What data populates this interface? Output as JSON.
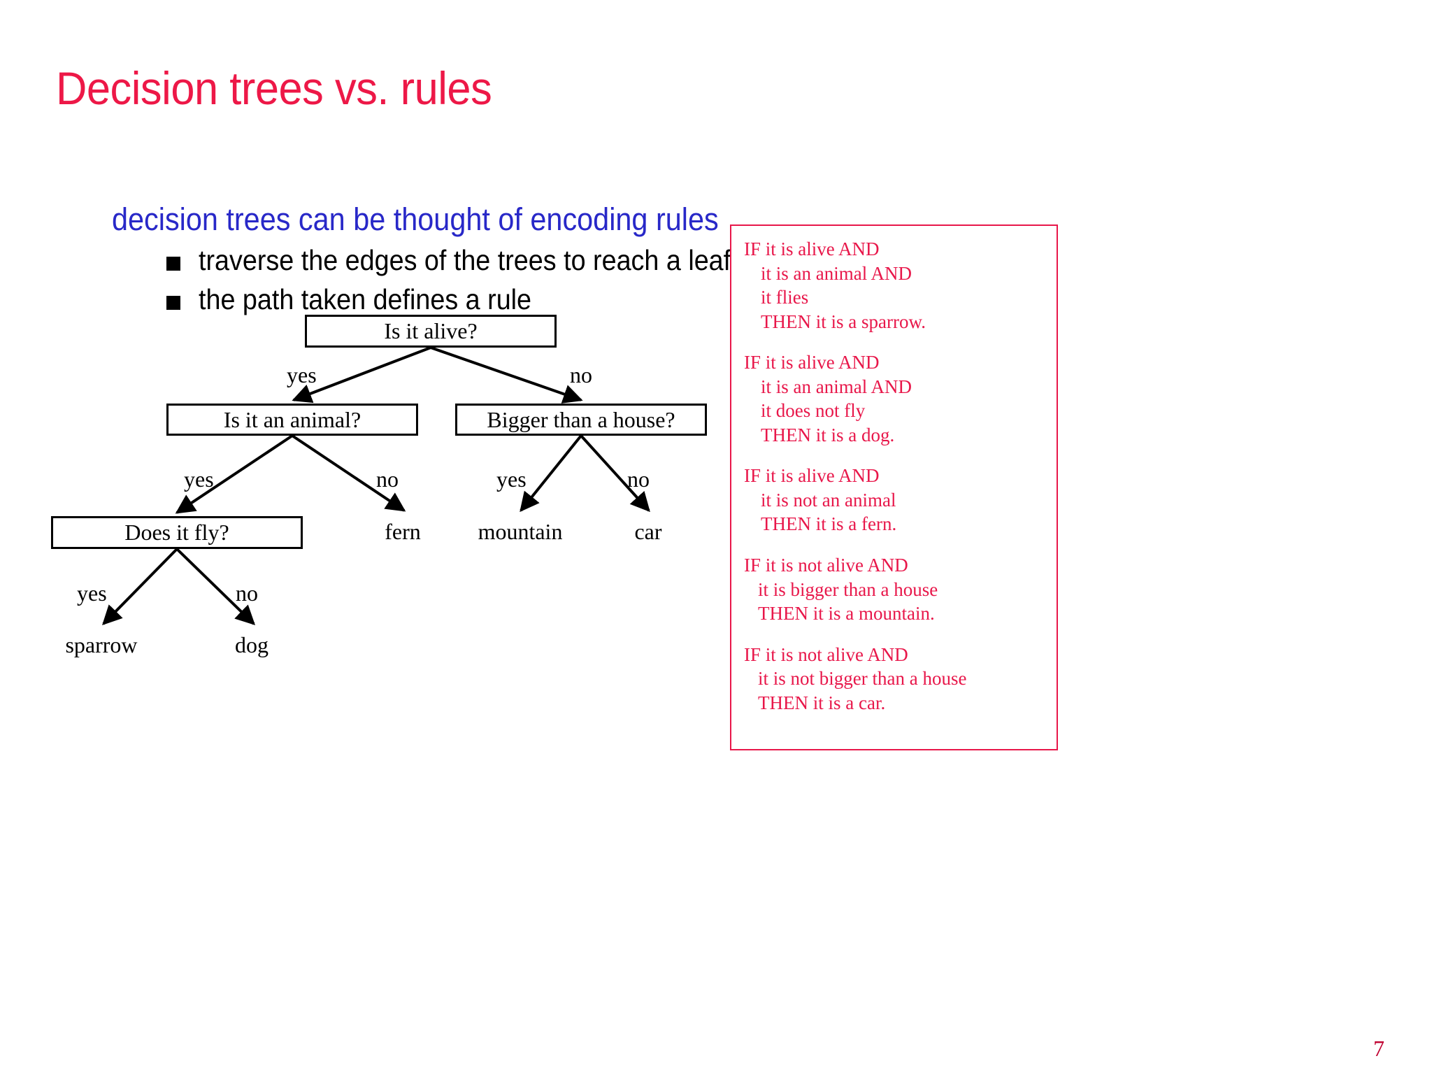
{
  "slide": {
    "title": "Decision trees vs. rules",
    "page_number": "7",
    "colors": {
      "title_red": "#ed1847",
      "bullet_blue": "#2828c8",
      "rule_crimson": "#e8174a",
      "text_black": "#000000"
    }
  },
  "body": {
    "lead": "decision trees can be thought of encoding rules",
    "sub_bullets": [
      "traverse the edges of the trees to reach a leaf",
      "the path taken defines a rule"
    ],
    "bullet_glyph": "square-bullet"
  },
  "tree": {
    "nodes": [
      {
        "id": "root",
        "label": "Is it alive?"
      },
      {
        "id": "animal",
        "label": "Is it an animal?"
      },
      {
        "id": "bigger",
        "label": "Bigger than a house?"
      },
      {
        "id": "fly",
        "label": "Does it fly?"
      }
    ],
    "leaves": [
      {
        "id": "fern",
        "label": "fern"
      },
      {
        "id": "mountain",
        "label": "mountain"
      },
      {
        "id": "car",
        "label": "car"
      },
      {
        "id": "sparrow",
        "label": "sparrow"
      },
      {
        "id": "dog",
        "label": "dog"
      }
    ],
    "edge_labels": {
      "root_yes": "yes",
      "root_no": "no",
      "animal_yes": "yes",
      "animal_no": "no",
      "bigger_yes": "yes",
      "bigger_no": "no",
      "fly_yes": "yes",
      "fly_no": "no"
    }
  },
  "rules": [
    {
      "id": "rule-sparrow",
      "lines": [
        "IF it is alive AND",
        "it is an animal AND",
        "it flies",
        "THEN it is a sparrow."
      ]
    },
    {
      "id": "rule-dog",
      "lines": [
        "IF it is alive AND",
        "it is an animal AND",
        "it does not fly",
        "THEN it is a dog."
      ]
    },
    {
      "id": "rule-fern",
      "lines": [
        "IF it is alive AND",
        "it is not an animal",
        "THEN it is a fern."
      ]
    },
    {
      "id": "rule-mountain",
      "lines": [
        "IF it is not alive AND",
        "it is bigger than a house",
        "THEN it is a mountain."
      ]
    },
    {
      "id": "rule-car",
      "lines": [
        "IF it is not alive AND",
        "it is not bigger than a house",
        "THEN it is a car."
      ]
    }
  ]
}
